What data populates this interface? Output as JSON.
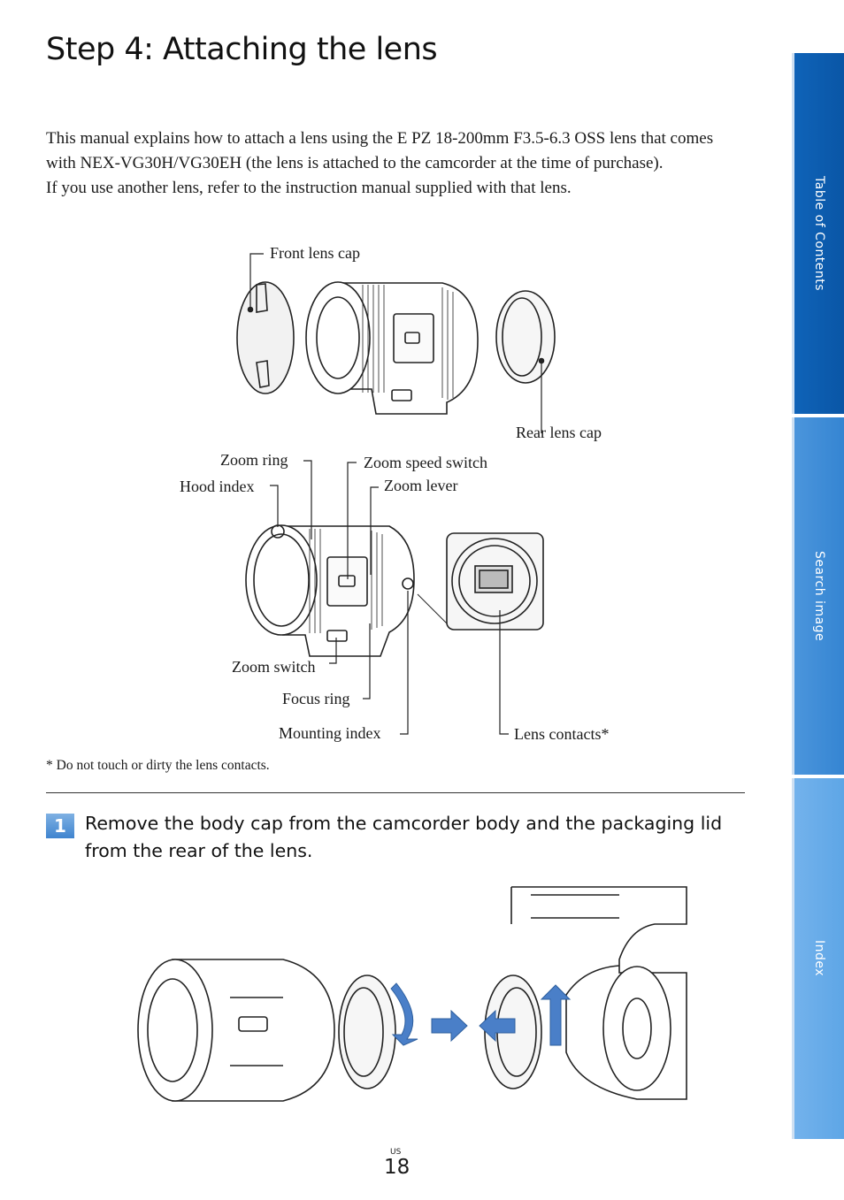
{
  "title": "Step 4: Attaching the lens",
  "intro": {
    "paragraph1": "This manual explains how to attach a lens using the E PZ 18-200mm F3.5-6.3 OSS lens that comes with NEX-VG30H/VG30EH (the lens is attached to the camcorder at the time of purchase).",
    "paragraph2": "If you use another lens, refer to the instruction manual supplied with that lens."
  },
  "diagram1": {
    "front_lens_cap": "Front lens cap",
    "rear_lens_cap": "Rear lens cap"
  },
  "diagram2": {
    "zoom_ring": "Zoom ring",
    "hood_index": "Hood index",
    "zoom_speed_switch": "Zoom speed switch",
    "zoom_lever": "Zoom lever",
    "zoom_switch": "Zoom switch",
    "focus_ring": "Focus ring",
    "mounting_index": "Mounting index",
    "lens_contacts": "Lens contacts*"
  },
  "footnote": "*  Do not touch or dirty the lens contacts.",
  "step1": {
    "number": "1",
    "text": "Remove the body cap from the camcorder body and the packaging lid from the rear of the lens."
  },
  "page": {
    "region": "US",
    "number": "18"
  },
  "sidebar": {
    "tabs": [
      {
        "label": "Table of Contents"
      },
      {
        "label": "Search image"
      },
      {
        "label": "Index"
      }
    ]
  },
  "colors": {
    "accent_blue": "#4a7fc8",
    "tab_dark": "#0f63b8",
    "tab_mid": "#4b95dc",
    "tab_light": "#73b2ec"
  }
}
